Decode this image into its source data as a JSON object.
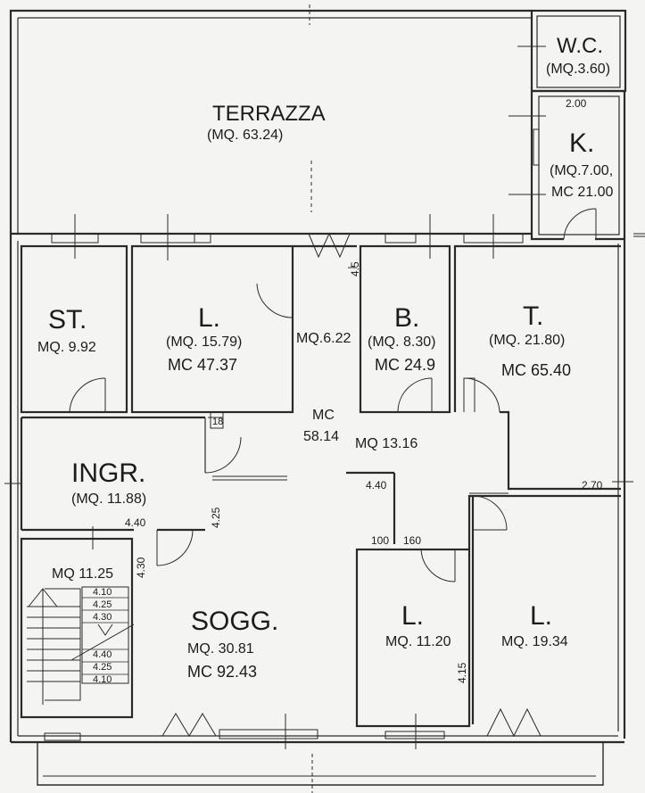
{
  "rooms": {
    "terrazza": {
      "name": "TERRAZZA",
      "area": "(MQ. 63.24)"
    },
    "wc": {
      "name": "W.C.",
      "area": "(MQ.3.60)"
    },
    "kitchen": {
      "name": "K.",
      "area": "(MQ.7.00,",
      "volume": "MC 21.00"
    },
    "studio": {
      "name": "ST.",
      "area": "MQ. 9.92"
    },
    "letto_1": {
      "name": "L.",
      "area": "(MQ. 15.79)",
      "volume": "MC 47.37"
    },
    "disimpegno": {
      "area": "MQ.6.22"
    },
    "bagno": {
      "name": "B.",
      "area": "(MQ. 8.30)",
      "volume": "MC 24.9"
    },
    "tinello": {
      "name": "T.",
      "area": "(MQ. 21.80)",
      "volume": "MC 65.40"
    },
    "corridoio": {
      "volume_label": "MC",
      "volume": "58.14",
      "area": "MQ 13.16"
    },
    "ingresso": {
      "name": "INGR.",
      "area": "(MQ. 11.88)"
    },
    "scala": {
      "area": "MQ 11.25"
    },
    "soggiorno": {
      "name": "SOGG.",
      "area": "MQ. 30.81",
      "volume": "MC 92.43"
    },
    "letto_2": {
      "name": "L.",
      "area": "MQ. 11.20"
    },
    "letto_3": {
      "name": "L.",
      "area": "MQ. 19.34"
    }
  },
  "dimensions": {
    "k_width": "2.00",
    "bath_door": "4.5",
    "ingr_door": "18",
    "corridor": "4.40",
    "ingr": "4.40",
    "ingr_height": "4.25",
    "stair_side": "4.30",
    "door_100": "100",
    "door_160": "160",
    "tinello_side": "2.70",
    "letto_side": "4.15",
    "stair_levels": [
      "4.10",
      "4.25",
      "4.30",
      "4.40",
      "4.25",
      "4.10"
    ]
  },
  "colors": {
    "line": "#2a2a2a",
    "paper": "#f4f4f2"
  }
}
